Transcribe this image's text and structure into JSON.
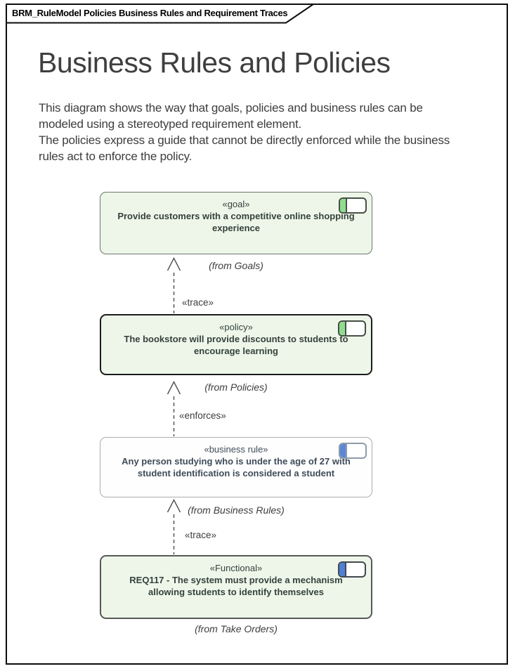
{
  "frame": {
    "tab_label": "BRM_RuleModel Policies Business Rules and Requirement Traces"
  },
  "header": {
    "title": "Business Rules and Policies",
    "description_lines": [
      "This diagram shows the way that goals, policies and business rules can be",
      "modeled using a stereotyped requirement element.",
      "The policies express a guide that cannot be directly enforced while the business",
      "rules act to enforce the policy."
    ]
  },
  "diagram": {
    "nodes": [
      {
        "stereotype": "«goal»",
        "name": "Provide customers with a competitive online shopping experience",
        "name_lines": [
          "Provide customers with a competitive online shopping",
          "experience"
        ],
        "from": "(from Goals)",
        "colors": {
          "fill": "#edf6e9",
          "border": "#6d766d",
          "text": "#35413b",
          "icon_bar": "#8fdc8f",
          "icon_border": "#474f47"
        }
      },
      {
        "stereotype": "«policy»",
        "name": "The bookstore will provide discounts to students to encourage learning",
        "name_lines": [
          "The bookstore will provide discounts to students to",
          "encourage learning"
        ],
        "from": "(from Policies)",
        "colors": {
          "fill": "#edf6e9",
          "border": "#1c1c1c",
          "text": "#35413b",
          "icon_bar": "#8fdc8f",
          "icon_border": "#474f47"
        }
      },
      {
        "stereotype": "«business rule»",
        "name": "Any person studying who is under the age of 27 with student identification is considered a student",
        "name_lines": [
          "Any person studying who is under the age of 27 with",
          "student identification is considered a student"
        ],
        "from": "(from Business Rules)",
        "colors": {
          "fill": "#fefefe",
          "border": "#a9adb2",
          "text": "#3e4c59",
          "icon_bar": "#5c87d8",
          "icon_border": "#8e9bab"
        }
      },
      {
        "stereotype": "«Functional»",
        "name": "REQ117 - The system must provide a mechanism allowing students to identify themselves",
        "name_lines": [
          "REQ117 - The system must provide a mechanism",
          "allowing students to identify themselves"
        ],
        "from": "(from Take Orders)",
        "colors": {
          "fill": "#edf6e9",
          "border": "#585858",
          "text": "#35413b",
          "icon_bar": "#4f7fd6",
          "icon_border": "#44484f"
        }
      }
    ],
    "connectors": [
      {
        "label": "«trace»"
      },
      {
        "label": "«enforces»"
      },
      {
        "label": "«trace»"
      }
    ]
  }
}
